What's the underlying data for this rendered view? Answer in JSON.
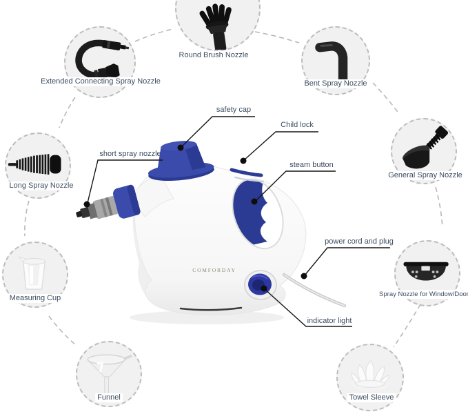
{
  "brand": "COMFORDAY",
  "colors": {
    "accent": "#3a4bab",
    "accent-dark": "#2b3a92",
    "label-text": "#3c4c60",
    "leader-line": "#161616",
    "circle-border": "#bcbcbc",
    "circle-fill": "#f1f1f2"
  },
  "accessories": [
    {
      "id": "extended-connecting-spray-nozzle",
      "label": "Extended Connecting Spray Nozzle"
    },
    {
      "id": "round-brush-nozzle",
      "label": "Round Brush Nozzle"
    },
    {
      "id": "bent-spray-nozzle",
      "label": "Bent Spray Nozzle"
    },
    {
      "id": "general-spray-nozzle",
      "label": "General Spray Nozzle"
    },
    {
      "id": "spray-nozzle-window-door",
      "label": "Spray Nozzle for Window/Door"
    },
    {
      "id": "towel-sleeve",
      "label": "Towel Sleeve"
    },
    {
      "id": "funnel",
      "label": "Funnel"
    },
    {
      "id": "measuring-cup",
      "label": "Measuring Cup"
    },
    {
      "id": "long-spray-nozzle",
      "label": "Long Spray Nozzle"
    }
  ],
  "callouts": [
    {
      "id": "safety-cap",
      "label": "safety cap"
    },
    {
      "id": "child-lock",
      "label": "Child lock"
    },
    {
      "id": "steam-button",
      "label": "steam button"
    },
    {
      "id": "short-spray-nozzle",
      "label": "short spray nozzle"
    },
    {
      "id": "power-cord-and-plug",
      "label": "power cord and plug"
    },
    {
      "id": "indicator-light",
      "label": "indicator light"
    }
  ]
}
